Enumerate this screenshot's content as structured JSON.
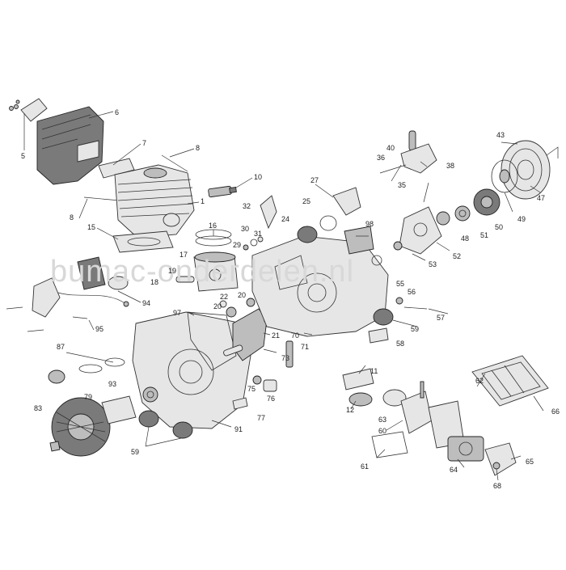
{
  "watermark": "bumac-onderdelen.nl",
  "callouts": [
    {
      "id": "c5",
      "text": "5"
    },
    {
      "id": "c6",
      "text": "6"
    },
    {
      "id": "c7",
      "text": "7"
    },
    {
      "id": "c8a",
      "text": "8"
    },
    {
      "id": "c8b",
      "text": "8"
    },
    {
      "id": "c10",
      "text": "10"
    },
    {
      "id": "c1",
      "text": "1"
    },
    {
      "id": "c15",
      "text": "15"
    },
    {
      "id": "c16",
      "text": "16"
    },
    {
      "id": "c30",
      "text": "30"
    },
    {
      "id": "c31",
      "text": "31"
    },
    {
      "id": "c29",
      "text": "29"
    },
    {
      "id": "c32",
      "text": "32"
    },
    {
      "id": "c17",
      "text": "17"
    },
    {
      "id": "c19",
      "text": "19"
    },
    {
      "id": "c18",
      "text": "18"
    },
    {
      "id": "c20a",
      "text": "20"
    },
    {
      "id": "c20b",
      "text": "20"
    },
    {
      "id": "c22",
      "text": "22"
    },
    {
      "id": "c94",
      "text": "94"
    },
    {
      "id": "c95",
      "text": "95"
    },
    {
      "id": "c97",
      "text": "97"
    },
    {
      "id": "c21",
      "text": "21"
    },
    {
      "id": "c73",
      "text": "73"
    },
    {
      "id": "c87",
      "text": "87"
    },
    {
      "id": "c93",
      "text": "93"
    },
    {
      "id": "c79",
      "text": "79"
    },
    {
      "id": "c83",
      "text": "83"
    },
    {
      "id": "c59a",
      "text": "59"
    },
    {
      "id": "c91",
      "text": "91"
    },
    {
      "id": "c75",
      "text": "75"
    },
    {
      "id": "c76",
      "text": "76"
    },
    {
      "id": "c77",
      "text": "77"
    },
    {
      "id": "c71",
      "text": "71"
    },
    {
      "id": "c70",
      "text": "70"
    },
    {
      "id": "c27",
      "text": "27"
    },
    {
      "id": "c25",
      "text": "25"
    },
    {
      "id": "c24",
      "text": "24"
    },
    {
      "id": "c98",
      "text": "98"
    },
    {
      "id": "c40",
      "text": "40"
    },
    {
      "id": "c36",
      "text": "36"
    },
    {
      "id": "c38",
      "text": "38"
    },
    {
      "id": "c35",
      "text": "35"
    },
    {
      "id": "c43",
      "text": "43"
    },
    {
      "id": "c47",
      "text": "47"
    },
    {
      "id": "c49",
      "text": "49"
    },
    {
      "id": "c50",
      "text": "50"
    },
    {
      "id": "c51",
      "text": "51"
    },
    {
      "id": "c48",
      "text": "48"
    },
    {
      "id": "c52",
      "text": "52"
    },
    {
      "id": "c53",
      "text": "53"
    },
    {
      "id": "c55",
      "text": "55"
    },
    {
      "id": "c56",
      "text": "56"
    },
    {
      "id": "c57",
      "text": "57"
    },
    {
      "id": "c59b",
      "text": "59"
    },
    {
      "id": "c58",
      "text": "58"
    },
    {
      "id": "c11",
      "text": "11"
    },
    {
      "id": "c12",
      "text": "12"
    },
    {
      "id": "c63",
      "text": "63"
    },
    {
      "id": "c62",
      "text": "62"
    },
    {
      "id": "c66",
      "text": "66"
    },
    {
      "id": "c60",
      "text": "60"
    },
    {
      "id": "c61",
      "text": "61"
    },
    {
      "id": "c64",
      "text": "64"
    },
    {
      "id": "c65",
      "text": "65"
    },
    {
      "id": "c68",
      "text": "68"
    }
  ]
}
